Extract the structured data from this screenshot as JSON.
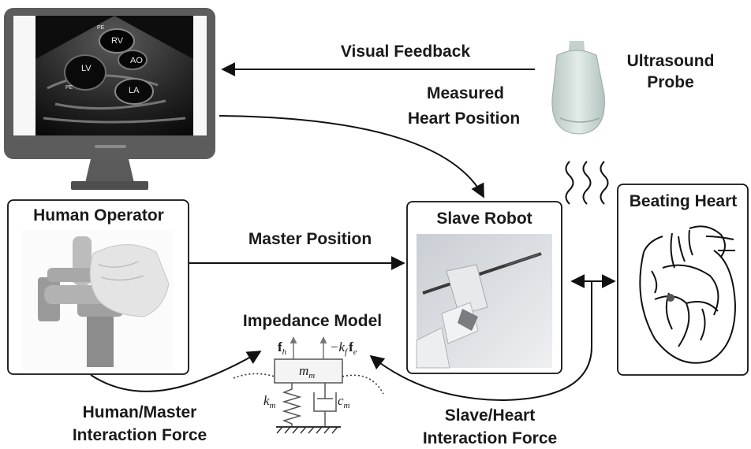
{
  "labels": {
    "visual_feedback": "Visual Feedback",
    "ultrasound_probe_line1": "Ultrasound",
    "ultrasound_probe_line2": "Probe",
    "measured_line1": "Measured",
    "measured_line2": "Heart Position",
    "human_operator": "Human Operator",
    "master_position": "Master Position",
    "slave_robot": "Slave Robot",
    "beating_heart": "Beating Heart",
    "impedance_model": "Impedance Model",
    "hm_force_line1": "Human/Master",
    "hm_force_line2": "Interaction Force",
    "sh_force_line1": "Slave/Heart",
    "sh_force_line2": "Interaction Force"
  },
  "ultrasound_labels": {
    "pe_top": "PE",
    "rv": "RV",
    "lv": "LV",
    "ao": "AO",
    "la": "LA",
    "pe_bottom": "PE"
  },
  "impedance_model": {
    "f_h": "h",
    "k_f": "−k",
    "k_f_sub": "f",
    "f_e": "e",
    "mass": "m",
    "mass_sub": "m",
    "spring": "k",
    "spring_sub": "m",
    "damper": "c",
    "damper_sub": "m"
  }
}
